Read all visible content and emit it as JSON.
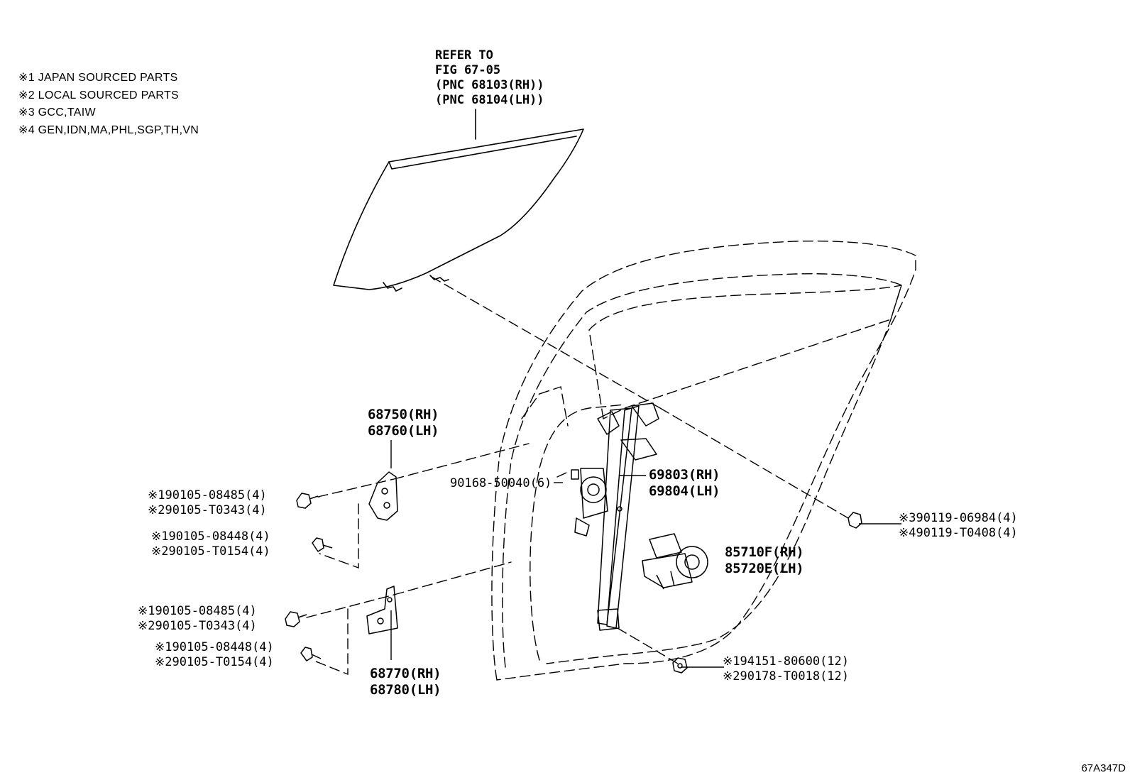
{
  "notes": [
    "※1 JAPAN SOURCED PARTS",
    "※2 LOCAL SOURCED PARTS",
    "※3 GCC,TAIW",
    "※4 GEN,IDN,MA,PHL,SGP,TH,VN"
  ],
  "refer": [
    "REFER TO",
    "FIG 67-05",
    "(PNC 68103(RH))",
    "(PNC 68104(LH))"
  ],
  "parts": {
    "hinge_upper": [
      "68750(RH)",
      "68760(LH)"
    ],
    "hinge_lower": [
      "68770(RH)",
      "68780(LH)"
    ],
    "regulator": [
      "69803(RH)",
      "69804(LH)"
    ],
    "motor": [
      "85710F(RH)",
      "85720E(LH)"
    ],
    "clip": "90168-50040(6)",
    "bolt_u1": [
      "※190105-08485(4)",
      "※290105-T0343(4)"
    ],
    "bolt_u2": [
      "※190105-08448(4)",
      "※290105-T0154(4)"
    ],
    "bolt_l1": [
      "※190105-08485(4)",
      "※290105-T0343(4)"
    ],
    "bolt_l2": [
      "※190105-08448(4)",
      "※290105-T0154(4)"
    ],
    "bolt_r": [
      "※390119-06984(4)",
      "※490119-T0408(4)"
    ],
    "nut": [
      "※194151-80600(12)",
      "※290178-T0018(12)"
    ]
  },
  "diagram_code": "67A347D"
}
